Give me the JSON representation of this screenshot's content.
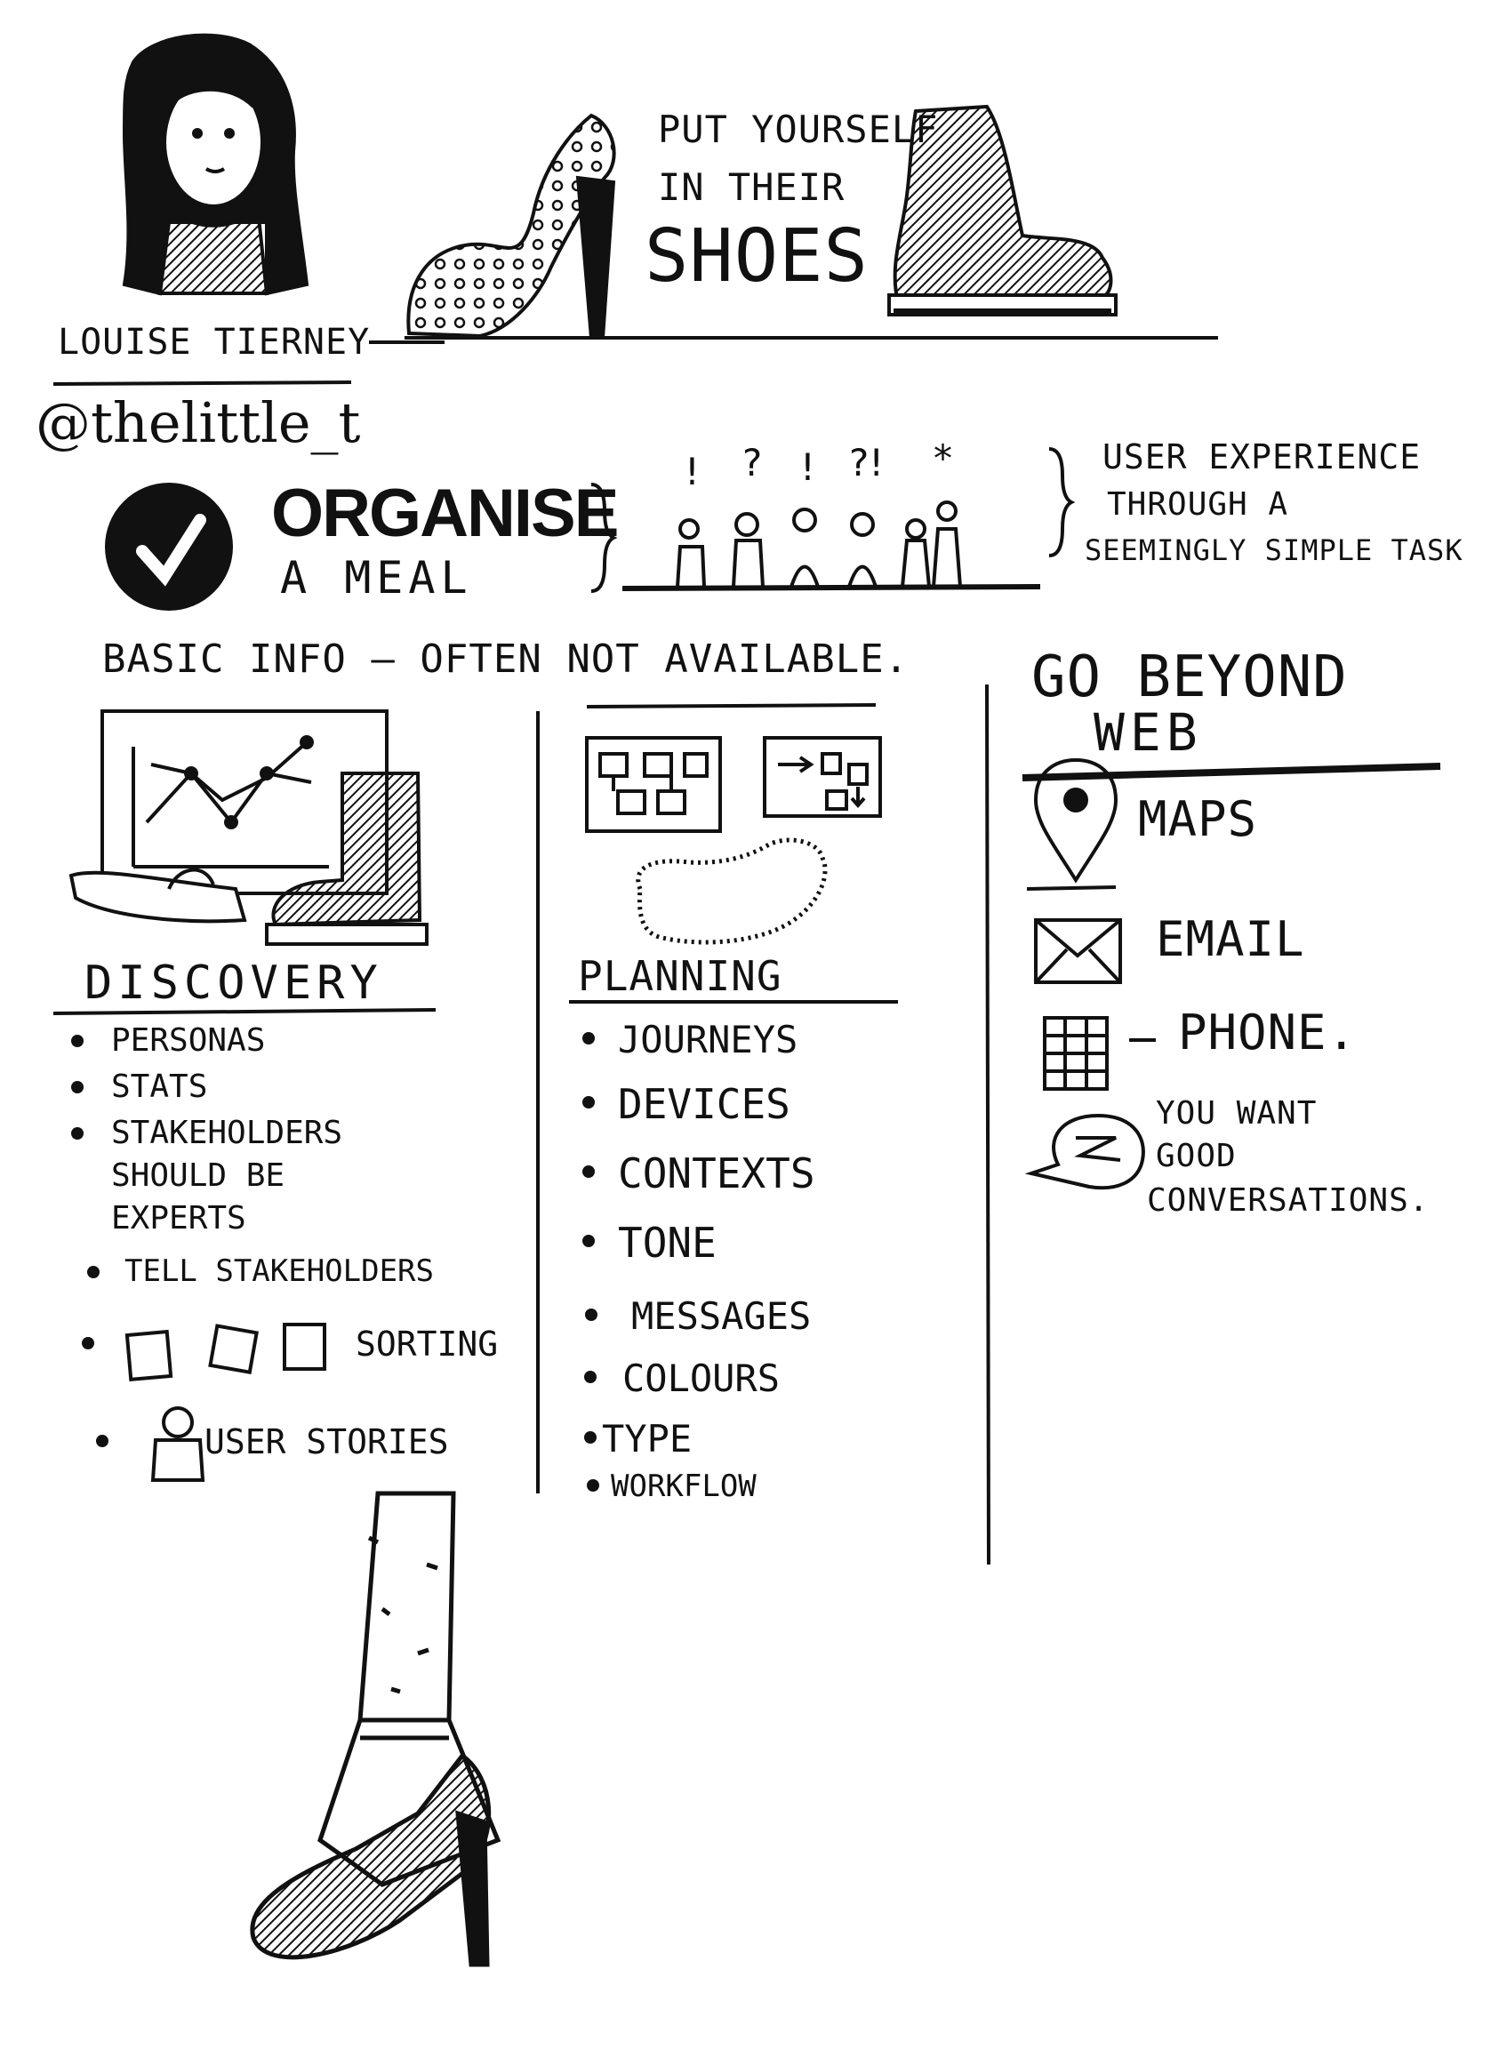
{
  "header": {
    "author_name": "Louise Tierney",
    "handle": "@thelittle_t",
    "title_line1": "Put yourself",
    "title_line2": "in their",
    "title_line3": "shoes"
  },
  "task": {
    "line1": "Organise",
    "line2": "a meal",
    "note_line1": "User experience",
    "note_line2": "through a",
    "note_line3": "seemingly simple task",
    "symbols": [
      "!",
      "?",
      "!",
      "?!",
      "*"
    ]
  },
  "basic_info": "Basic info — often not available.",
  "discovery": {
    "heading": "Discovery",
    "items": [
      "Personas",
      "Stats",
      "Stakeholders",
      "should be",
      "experts",
      "Tell stakeholders",
      "sorting",
      "User stories"
    ]
  },
  "planning": {
    "heading": "Planning",
    "items": [
      "Journeys",
      "Devices",
      "Contexts",
      "Tone",
      "Messages",
      "Colours",
      "Type",
      "Workflow"
    ]
  },
  "beyond": {
    "heading_line1": "Go beyond",
    "heading_line2": "web",
    "maps": "Maps",
    "email": "Email",
    "phone": "Phone.",
    "conv_line1": "You want",
    "conv_line2": "good",
    "conv_line3": "conversations."
  },
  "icons": [
    "portrait-drawing",
    "polka-dot-heel-icon",
    "boot-icon",
    "checkmark-badge-icon",
    "people-crowd-icon",
    "line-chart-board-icon",
    "sandal-icon",
    "welly-boot-icon",
    "wireframe-icon",
    "flow-diagram-icon",
    "footprint-icon",
    "map-pin-icon",
    "envelope-icon",
    "phone-keypad-icon",
    "speech-bubble-icon",
    "leg-with-heel-icon",
    "card-sort-icon",
    "user-icon"
  ]
}
